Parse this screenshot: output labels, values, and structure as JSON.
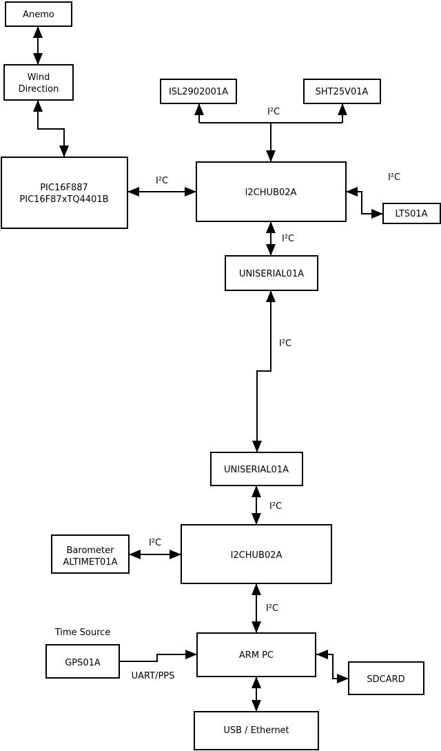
{
  "diagram_type": "hardware-block-diagram",
  "colors": {
    "background": "#ffffff",
    "stroke": "#000000",
    "text": "#000000"
  },
  "nodes": {
    "anemo": {
      "label": "Anemo"
    },
    "wind_direction": {
      "line1": "Wind",
      "line2": "Direction"
    },
    "pic": {
      "line1": "PIC16F887",
      "line2": "PIC16F87xTQ4401B"
    },
    "isl": {
      "label": "ISL2902001A"
    },
    "sht": {
      "label": "SHT25V01A"
    },
    "i2c_hub_upper": {
      "label": "I2CHUB02A"
    },
    "lts": {
      "label": "LTS01A"
    },
    "uniserial_upper": {
      "label": "UNISERIAL01A"
    },
    "uniserial_lower": {
      "label": "UNISERIAL01A"
    },
    "i2c_hub_lower": {
      "label": "I2CHUB02A"
    },
    "barometer": {
      "line1": "Barometer",
      "line2": "ALTIMET01A"
    },
    "gps": {
      "label": "GPS01A"
    },
    "arm_pc": {
      "label": "ARM PC"
    },
    "sdcard": {
      "label": "SDCARD"
    },
    "usb_ethernet": {
      "label": "USB / Ethernet"
    }
  },
  "labels": {
    "time_source": "Time Source",
    "uart_pps": "UART/PPS",
    "i2c_sensor_branch": "I²C",
    "i2c_pic_hub": "I²C",
    "i2c_hub_lts": "I²C",
    "i2c_hub_uniserial": "I²C",
    "i2c_uniserial_link": "I²C",
    "i2c_uniserial_hub2": "I²C",
    "i2c_barometer_hub2": "I²C",
    "i2c_hub2_arm": "I²C"
  },
  "connections": [
    {
      "from": "Anemo",
      "to": "Wind Direction",
      "bidirectional": true
    },
    {
      "from": "Wind Direction",
      "to": "PIC16F887 / PIC16F87xTQ4401B",
      "bidirectional": true
    },
    {
      "from": "PIC16F887 / PIC16F87xTQ4401B",
      "to": "I2CHUB02A (upper)",
      "bidirectional": true,
      "label": "I²C"
    },
    {
      "from": "I2CHUB02A (upper)",
      "to": "ISL2902001A",
      "bidirectional": false,
      "label": "I²C"
    },
    {
      "from": "I2CHUB02A (upper)",
      "to": "SHT25V01A",
      "bidirectional": false,
      "label": "I²C"
    },
    {
      "from": "I2CHUB02A (upper)",
      "to": "LTS01A",
      "bidirectional": true,
      "label": "I²C"
    },
    {
      "from": "I2CHUB02A (upper)",
      "to": "UNISERIAL01A (upper)",
      "bidirectional": true,
      "label": "I²C"
    },
    {
      "from": "UNISERIAL01A (upper)",
      "to": "UNISERIAL01A (lower)",
      "bidirectional": true,
      "label": "I²C"
    },
    {
      "from": "UNISERIAL01A (lower)",
      "to": "I2CHUB02A (lower)",
      "bidirectional": true,
      "label": "I²C"
    },
    {
      "from": "Barometer ALTIMET01A",
      "to": "I2CHUB02A (lower)",
      "bidirectional": true,
      "label": "I²C"
    },
    {
      "from": "I2CHUB02A (lower)",
      "to": "ARM PC",
      "bidirectional": true,
      "label": "I²C"
    },
    {
      "from": "GPS01A",
      "to": "ARM PC",
      "bidirectional": false,
      "label": "UART/PPS"
    },
    {
      "from": "ARM PC",
      "to": "SDCARD",
      "bidirectional": true
    },
    {
      "from": "ARM PC",
      "to": "USB / Ethernet",
      "bidirectional": true
    }
  ]
}
